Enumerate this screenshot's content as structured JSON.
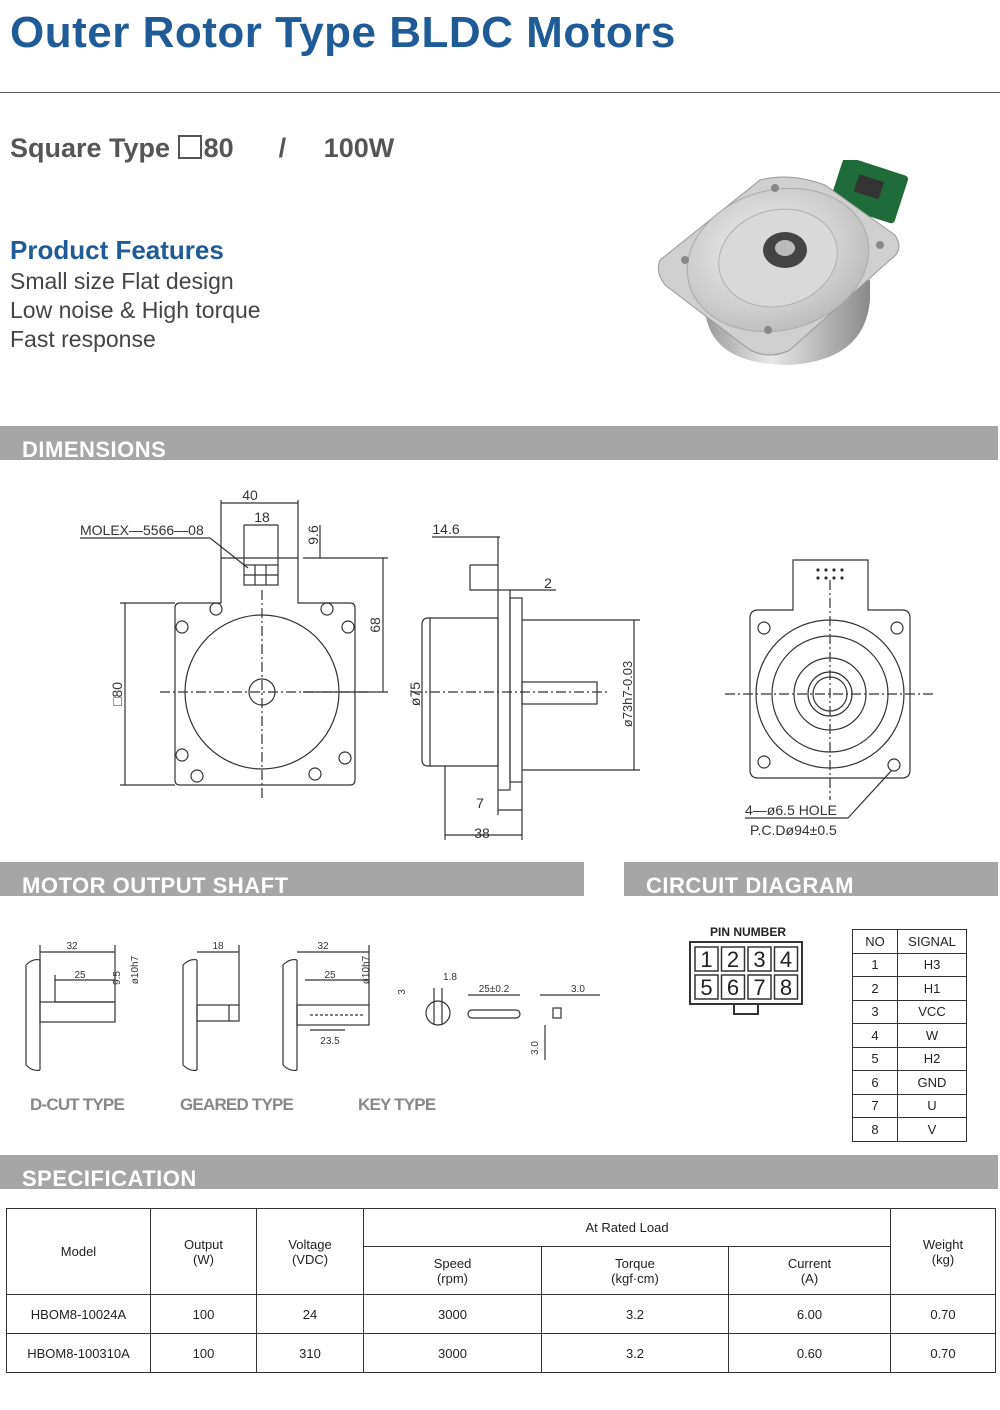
{
  "header": {
    "title": "Outer Rotor Type BLDC Motors",
    "size": "80",
    "separator": "/",
    "power": "100W",
    "subtitle_prefix": "Square Type"
  },
  "features": {
    "heading": "Product Features",
    "items": [
      "Small size Flat design",
      "Low noise & High torque",
      "Fast response"
    ]
  },
  "sections": {
    "dimensions": "DIMENSIONS",
    "shaft": "MOTOR OUTPUT SHAFT",
    "circuit": "CIRCUIT DIAGRAM",
    "specification": "SPECIFICATION"
  },
  "dimensions": {
    "width_top": "40",
    "inner_width": "18",
    "connector_offset": "9.6",
    "connector": "MOLEX—5566—08",
    "height_68": "68",
    "square": "□80",
    "side_146": "14.6",
    "side_2": "2",
    "dia_75": "ø75",
    "dia_73": "ø73h7-0.03",
    "side_7": "7",
    "side_38": "38",
    "hole": "4—ø6.5 HOLE",
    "pcd": "P.C.Dø94±0.5"
  },
  "shaft": {
    "d_cut": {
      "label": "D-CUT TYPE",
      "len": "32",
      "flat": "25",
      "flat_h": "9.5",
      "dia": "ø10h7"
    },
    "geared": {
      "label": "GEARED TYPE",
      "len": "18"
    },
    "key": {
      "label": "KEY TYPE",
      "len": "32",
      "key_len": "25",
      "dia": "ø10h7",
      "key_w": "23.5",
      "a": "3",
      "b": "1.8",
      "c": "25±0.2",
      "d": "3.0",
      "e": "3.0"
    }
  },
  "circuit": {
    "pin_title": "PIN NUMBER",
    "pins": [
      "1",
      "2",
      "3",
      "4",
      "5",
      "6",
      "7",
      "8"
    ],
    "headers": [
      "NO",
      "SIGNAL"
    ],
    "rows": [
      [
        "1",
        "H3"
      ],
      [
        "2",
        "H1"
      ],
      [
        "3",
        "VCC"
      ],
      [
        "4",
        "W"
      ],
      [
        "5",
        "H2"
      ],
      [
        "6",
        "GND"
      ],
      [
        "7",
        "U"
      ],
      [
        "8",
        "V"
      ]
    ]
  },
  "spec": {
    "h_model": "Model",
    "h_output": "Output",
    "h_output_unit": "(W)",
    "h_voltage": "Voltage",
    "h_voltage_unit": "(VDC)",
    "h_rated": "At Rated Load",
    "h_speed": "Speed",
    "h_speed_unit": "(rpm)",
    "h_torque": "Torque",
    "h_torque_unit": "(kgf·cm)",
    "h_current": "Current",
    "h_current_unit": "(A)",
    "h_weight": "Weight",
    "h_weight_unit": "(kg)",
    "rows": [
      [
        "HBOM8-10024A",
        "100",
        "24",
        "3000",
        "3.2",
        "6.00",
        "0.70"
      ],
      [
        "HBOM8-100310A",
        "100",
        "310",
        "3000",
        "3.2",
        "0.60",
        "0.70"
      ]
    ]
  },
  "colors": {
    "title": "#1f5c97",
    "bar": "#a6a6a6"
  }
}
